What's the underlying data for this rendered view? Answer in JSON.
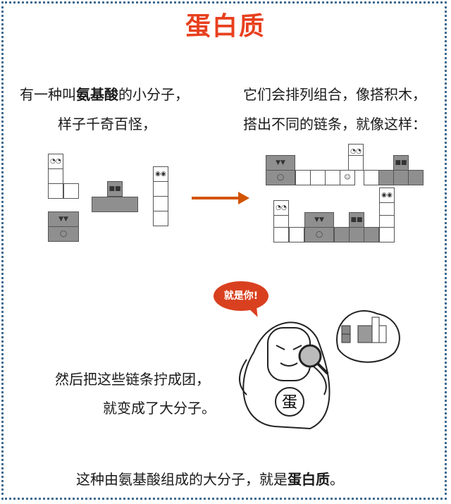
{
  "title": "蛋白质",
  "colors": {
    "title": "#e8401f",
    "frame": "#3f6b8f",
    "arrow": "#d35400",
    "bubble": "#d9401f",
    "block_gray": "#8f8f8f"
  },
  "left_text": {
    "line1_pre": "有一种叫",
    "line1_bold": "氨基酸",
    "line1_post": "的小分子，",
    "line2": "样子千奇百怪，"
  },
  "right_text": {
    "line1": "它们会排列组合，像搭积木，",
    "line2": "搭出不同的链条，就像这样："
  },
  "middle_text": {
    "line1": "然后把这些链条拧成团，",
    "line2": "就变成了大分子。"
  },
  "bubble_text": "就是你!",
  "belly_char": "蛋",
  "bottom_text": {
    "pre": "这种由氨基酸组成的大分子，就是",
    "bold": "蛋白质",
    "post": "。"
  },
  "icons": [
    "arrow-right-icon",
    "magnifier-icon",
    "speech-bubble-icon",
    "mascot-icon"
  ]
}
